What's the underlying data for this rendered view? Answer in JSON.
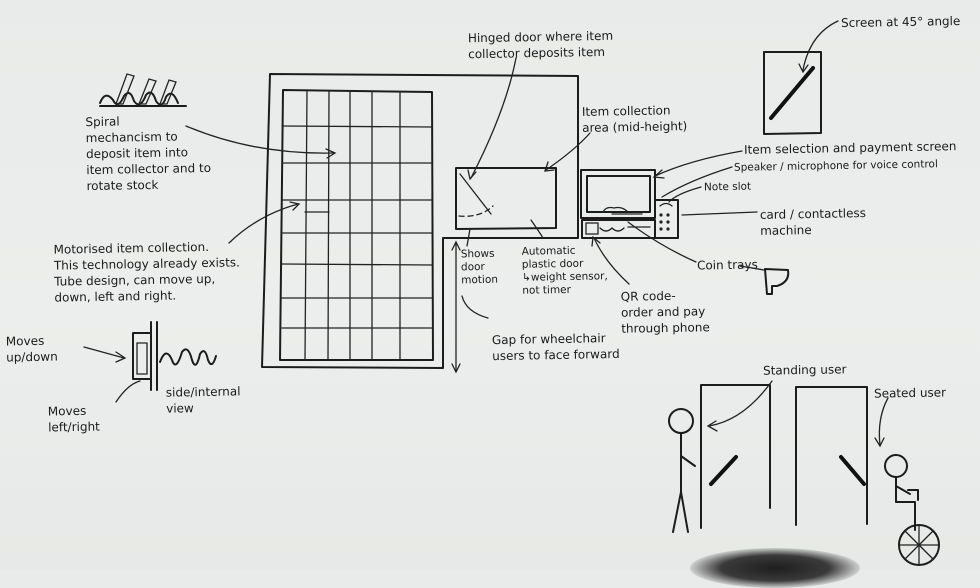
{
  "labels": {
    "spiral": "Spiral\nmechancism to\ndeposit item into\nitem collector and to\nrotate stock",
    "motorised": "Motorised item collection.\nThis technology already exists.\nTube design, can move up,\ndown, left and right.",
    "moves_updown": "Moves\nup/down",
    "moves_leftright": "Moves\nleft/right",
    "side_internal": "side/internal\nview",
    "hinged_door": "Hinged door where item\ncollector deposits item",
    "item_collection": "Item collection\narea (mid-height)",
    "shows_door": "Shows\ndoor\nmotion",
    "automatic_door": "Automatic\nplastic door\n↳weight sensor,\nnot timer",
    "qr_code": "QR code-\norder and pay\nthrough phone",
    "gap": "Gap for wheelchair\nusers to face forward",
    "coin_trays": "Coin trays",
    "card": "card / contactless\nmachine",
    "note_slot": "Note slot",
    "speaker": "Speaker / microphone for voice control",
    "item_selection": "Item selection and payment screen",
    "screen_angle": "Screen at 45° angle",
    "standing_user": "Standing user",
    "seated_user": "Seated user"
  }
}
